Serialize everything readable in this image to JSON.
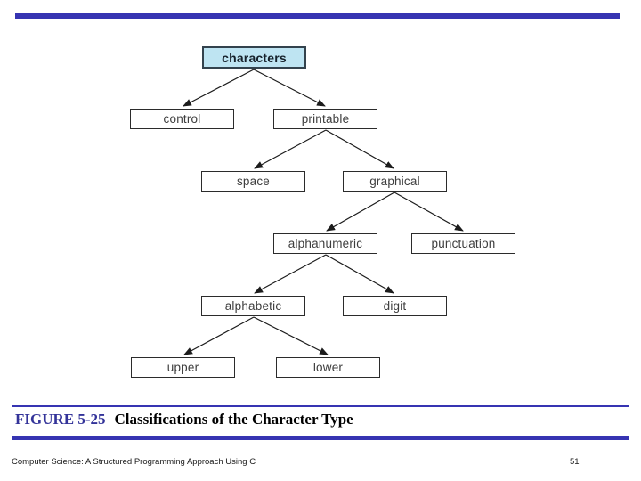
{
  "slide": {
    "top_bar_color": "#3634b2",
    "caption": {
      "figure_label": "FIGURE 5-25",
      "figure_title": "Classifications of the Character Type"
    },
    "footer": {
      "book_title": "Computer Science: A Structured Programming Approach Using C",
      "page_number": "51"
    }
  },
  "diagram": {
    "type": "tree",
    "root": "characters",
    "nodes": [
      {
        "id": "characters",
        "label": "characters",
        "highlighted": true
      },
      {
        "id": "control",
        "label": "control"
      },
      {
        "id": "printable",
        "label": "printable"
      },
      {
        "id": "space",
        "label": "space"
      },
      {
        "id": "graphical",
        "label": "graphical"
      },
      {
        "id": "alphanumeric",
        "label": "alphanumeric"
      },
      {
        "id": "punctuation",
        "label": "punctuation"
      },
      {
        "id": "alphabetic",
        "label": "alphabetic"
      },
      {
        "id": "digit",
        "label": "digit"
      },
      {
        "id": "upper",
        "label": "upper"
      },
      {
        "id": "lower",
        "label": "lower"
      }
    ],
    "edges": [
      [
        "characters",
        "control"
      ],
      [
        "characters",
        "printable"
      ],
      [
        "printable",
        "space"
      ],
      [
        "printable",
        "graphical"
      ],
      [
        "graphical",
        "alphanumeric"
      ],
      [
        "graphical",
        "punctuation"
      ],
      [
        "alphanumeric",
        "alphabetic"
      ],
      [
        "alphanumeric",
        "digit"
      ],
      [
        "alphabetic",
        "upper"
      ],
      [
        "alphabetic",
        "lower"
      ]
    ],
    "colors": {
      "root_fill": "#bee4f2",
      "node_fill": "#ffffff",
      "node_border": "#2b2b2b",
      "arrow": "#1c1c1c"
    }
  }
}
